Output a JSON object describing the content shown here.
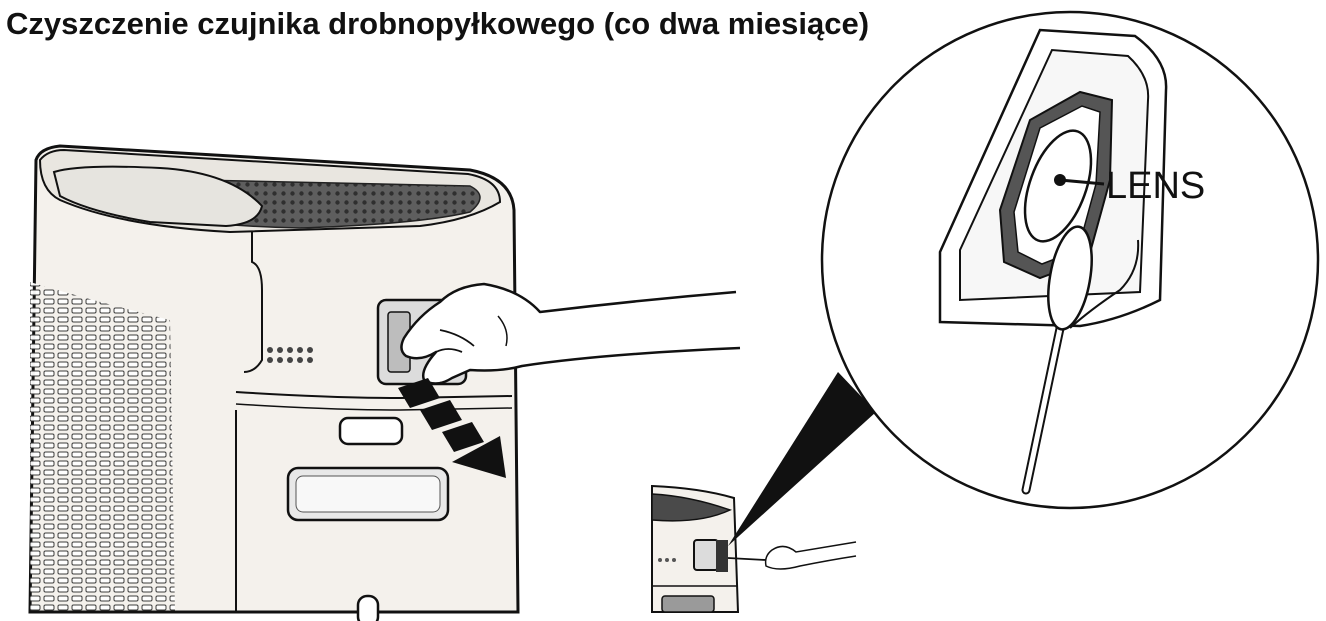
{
  "page": {
    "title": "Czyszczenie czujnika drobnopyłkowego (co dwa miesiące)"
  },
  "illustration": {
    "lens_label": "LENS"
  },
  "icons": {
    "purifier": "air-purifier-rear-view",
    "hand": "hand-opening-cover",
    "arrow": "dashed-arrow-down-right",
    "zoom": "magnified-lens-detail",
    "swab": "cotton-swab"
  },
  "colors": {
    "ink": "#111111",
    "paper": "#ffffff",
    "body_fill": "#f4f1ec",
    "grille_fill": "#6a6a6a"
  }
}
